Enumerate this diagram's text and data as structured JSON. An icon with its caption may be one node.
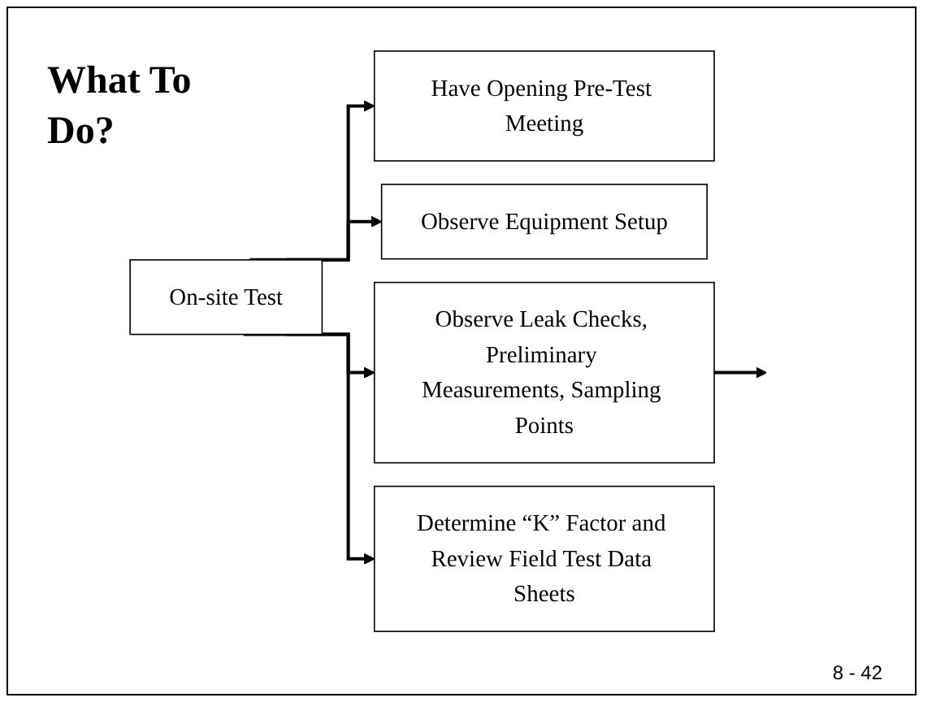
{
  "diagram": {
    "title": "What To Do?",
    "nodes": [
      {
        "text": [
          "On-site Test"
        ]
      },
      {
        "text": [
          "Have Opening Pre-Test Meeting"
        ]
      },
      {
        "text": [
          "Observe Equipment Setup"
        ]
      },
      {
        "text": [
          "Observe Leak Checks, Preliminary Measurements, Sampling Points"
        ]
      },
      {
        "text": [
          "Determine “K” Factor and Review Field Test Data Sheets"
        ]
      }
    ],
    "edges": [
      {
        "from": 0,
        "to": 1,
        "arrow": "to"
      },
      {
        "from": 0,
        "to": 2,
        "arrow": "to"
      },
      {
        "from": 0,
        "to": 3,
        "arrow": "to"
      },
      {
        "from": 0,
        "to": 4,
        "arrow": "to"
      },
      {
        "from": 3,
        "to": null,
        "arrow": "to"
      }
    ],
    "labels": [
      "8 - 42"
    ]
  }
}
